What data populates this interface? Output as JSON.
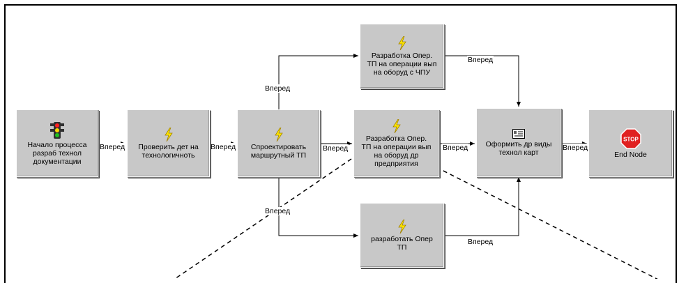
{
  "diagram": {
    "nodes": [
      {
        "id": "start",
        "label": "Начало процесса\nразраб технол\nдокументации",
        "icon": "traffic-light-icon"
      },
      {
        "id": "check",
        "label": "Проверить дет на\nтехнологичноть",
        "icon": "lightning-icon"
      },
      {
        "id": "design",
        "label": "Спроектировать\nмаршрутный ТП",
        "icon": "lightning-icon"
      },
      {
        "id": "dev_cnc",
        "label": "Разработка Опер.\nТП на операции вып\nна оборуд с ЧПУ",
        "icon": "lightning-icon"
      },
      {
        "id": "dev_other",
        "label": "Разработка Опер.\nТП на операции вып\nна оборуд др\nпредприятия",
        "icon": "lightning-icon"
      },
      {
        "id": "dev_oper",
        "label": "разработать Опер\nТП",
        "icon": "lightning-icon"
      },
      {
        "id": "finalize",
        "label": "Оформить др виды\nтехнол карт",
        "icon": "form-icon"
      },
      {
        "id": "end",
        "label": "End Node",
        "icon": "stop-sign-icon",
        "icon_text": "STOP"
      }
    ],
    "edge_label": "Вперед",
    "colors": {
      "node_fill": "#c8c8c8",
      "stop_red": "#e02020",
      "bolt_yellow": "#ffe800"
    }
  }
}
